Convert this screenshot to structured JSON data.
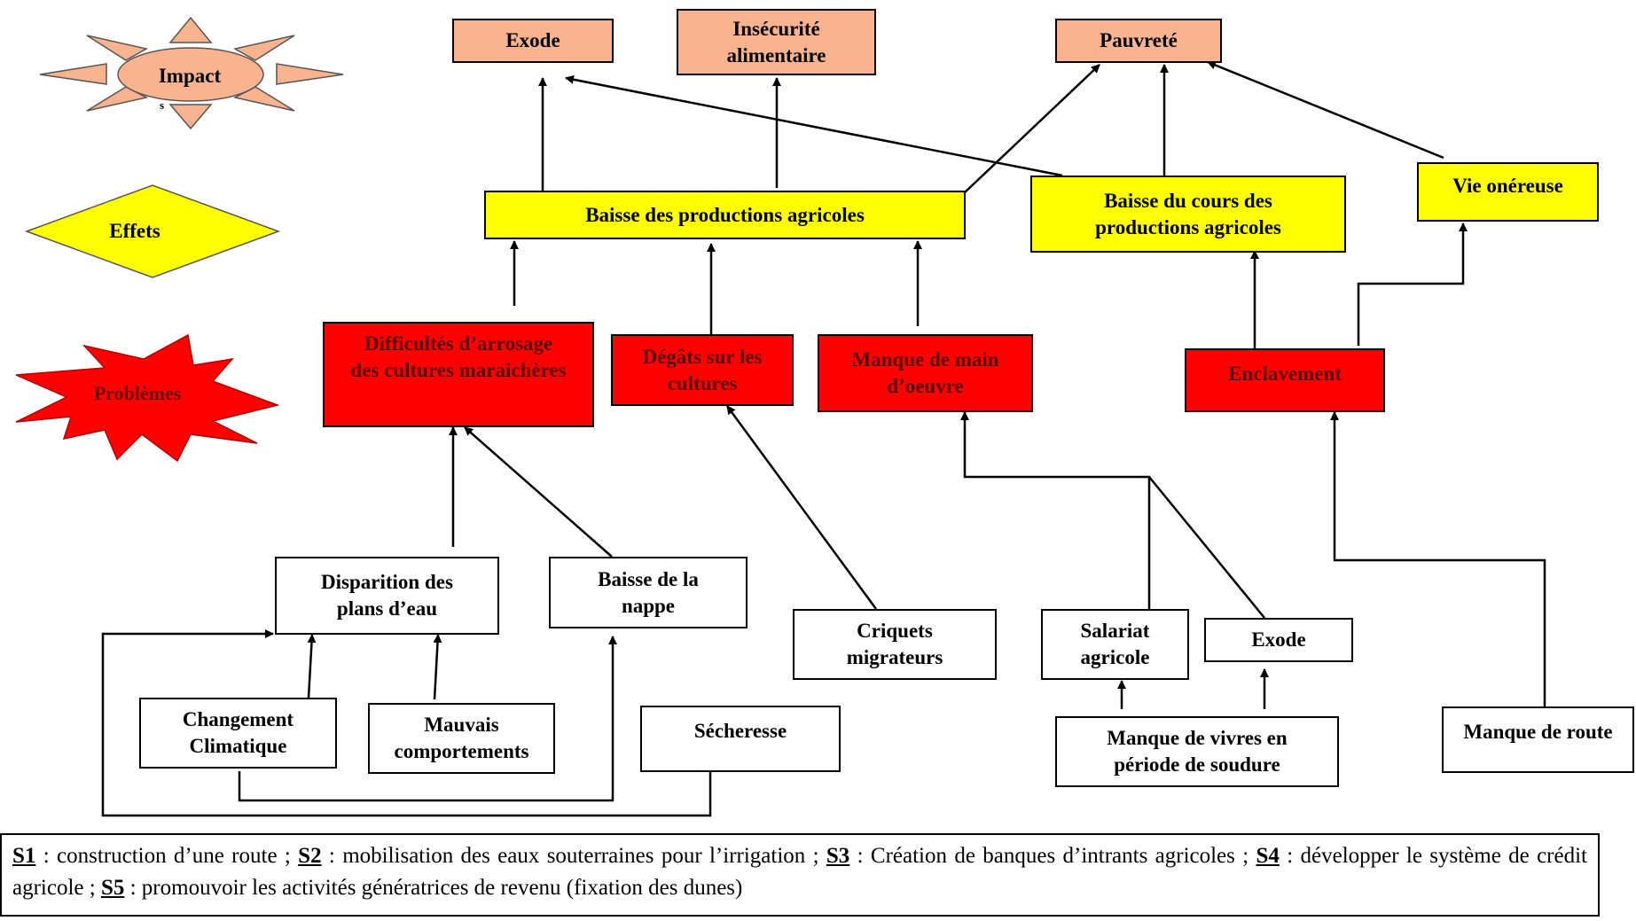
{
  "legend_shapes": {
    "impact": "Impact",
    "impact_mark": "s",
    "effets": "Effets",
    "problemes": "Problèmes"
  },
  "impacts": {
    "exode": "Exode",
    "insecurite_line1": "Insécurité",
    "insecurite_line2": "alimentaire",
    "pauvrete": "Pauvreté"
  },
  "effets": {
    "baisse_productions": "Baisse des productions agricoles",
    "baisse_cours_line1": "Baisse du cours des",
    "baisse_cours_line2": "productions agricoles",
    "vie_onereuse": "Vie onéreuse"
  },
  "problemes": {
    "arrosage_line1": "Difficultés d’arrosage",
    "arrosage_line2": "des cultures maraichères",
    "degats_line1": "Dégâts sur les",
    "degats_line2": "cultures",
    "main_oeuvre_line1": "Manque de main",
    "main_oeuvre_line2": "d’oeuvre",
    "enclavement": "Enclavement"
  },
  "causes": {
    "disparition_line1": "Disparition des",
    "disparition_line2": "plans d’eau",
    "baisse_nappe_line1": "Baisse de la",
    "baisse_nappe_line2": "nappe",
    "criquets_line1": "Criquets",
    "criquets_line2": "migrateurs",
    "salariat_line1": "Salariat",
    "salariat_line2": "agricole",
    "exode": "Exode",
    "changement_line1": "Changement",
    "changement_line2": "Climatique",
    "mauvais_line1": "Mauvais",
    "mauvais_line2": "comportements",
    "secheresse": "Sécheresse",
    "vivres_line1": "Manque de vivres en",
    "vivres_line2": "période de soudure",
    "route": "Manque de route"
  },
  "solutions": {
    "s1_code": "S1",
    "s1_text": " : construction d’une route ;  ",
    "s2_code": "S2",
    "s2_text": " : mobilisation des eaux souterraines pour l’irrigation ; ",
    "s3_code": "S3",
    "s3_text": " : Création de banques d’intrants agricoles ; ",
    "s4_code": "S4",
    "s4_text": " : développer le système de crédit agricole ; ",
    "s5_code": "S5",
    "s5_text": " : promouvoir les activités génératrices de revenu (fixation des dunes)"
  },
  "colors": {
    "impact": "#f9b48f",
    "effet": "#ffff00",
    "probleme": "#ff0000",
    "cause": "#ffffff"
  }
}
